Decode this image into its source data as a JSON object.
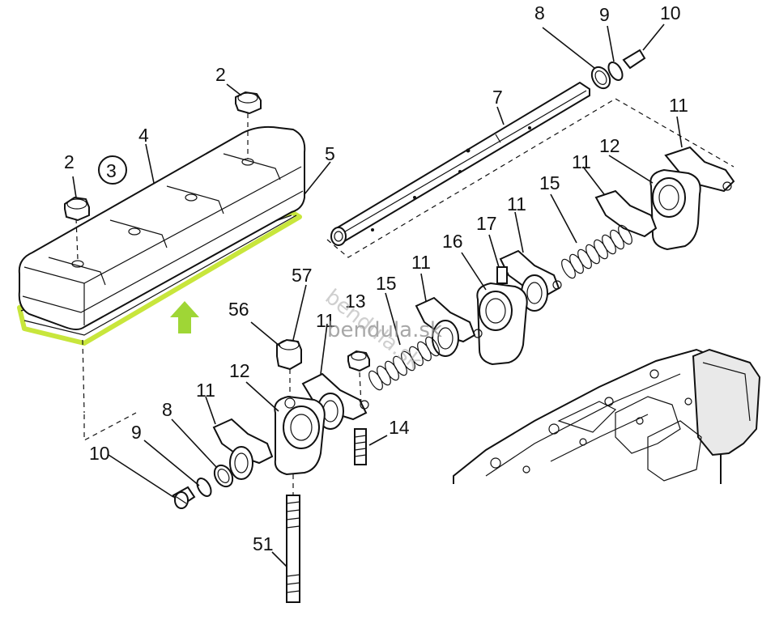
{
  "watermark": {
    "text_1": "bendula.sk",
    "text_2": "bendula.sk"
  },
  "callouts": {
    "c2a": "2",
    "c2b": "2",
    "c3": "3",
    "c4": "4",
    "c5": "5",
    "c7": "7",
    "c8a": "8",
    "c9a": "9",
    "c10a": "10",
    "c11a": "11",
    "c12a": "12",
    "c11b": "11",
    "c15a": "15",
    "c11c": "11",
    "c17": "17",
    "c16": "16",
    "c11d": "11",
    "c15b": "15",
    "c13": "13",
    "c57": "57",
    "c56": "56",
    "c11e": "11",
    "c12b": "12",
    "c11f": "11",
    "c8b": "8",
    "c9b": "9",
    "c10b": "10",
    "c14": "14",
    "c51": "51"
  },
  "colors": {
    "highlight": "#c8e63c",
    "arrow": "#9fd636",
    "ink": "#111111"
  },
  "icons": {
    "arrow": "up-arrow-icon"
  }
}
